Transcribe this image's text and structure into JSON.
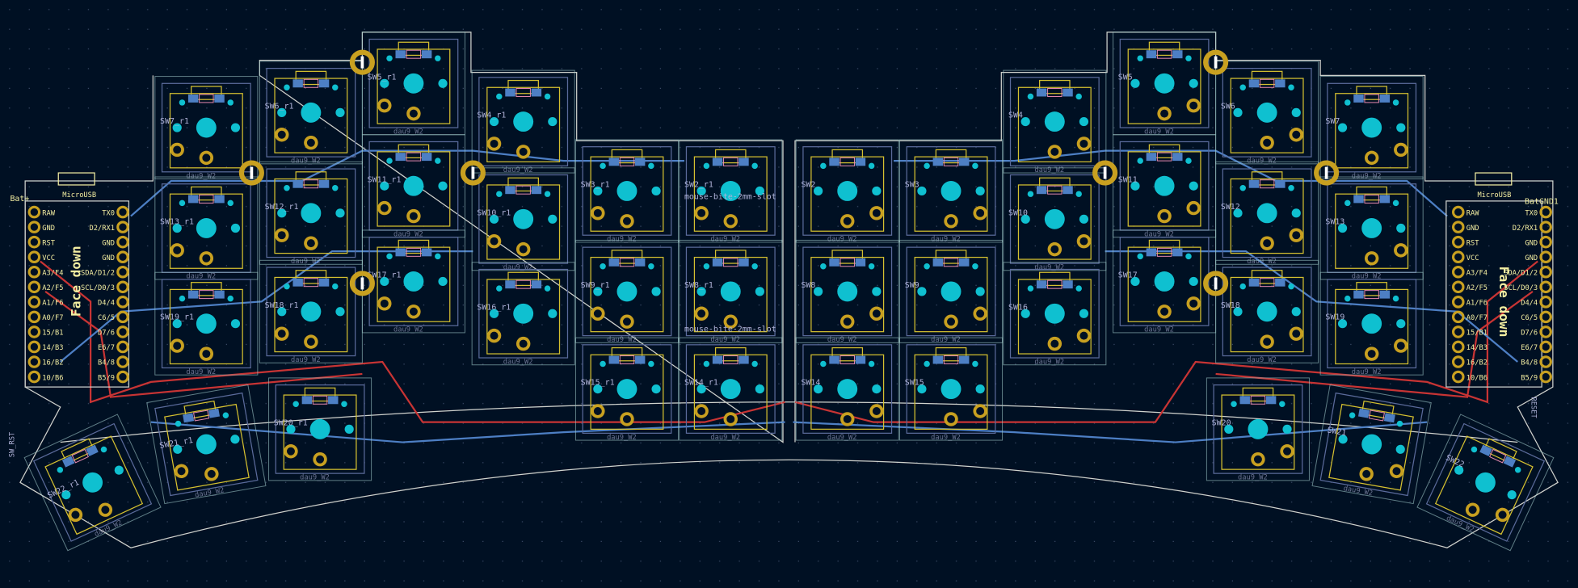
{
  "colors": {
    "background": "#001023",
    "grid_dot": "#3a4a66",
    "edge_cuts": "#d0d2cd",
    "front_copper": "#c83434",
    "back_copper": "#4d7fc4",
    "pad": "#c8a020",
    "npth": "#0fc0d0",
    "front_silk": "#f2eda1",
    "back_silk": "#b0b3d8",
    "courtyard": "#5a6a9a"
  },
  "switches_left": [
    "SW7_r1",
    "SW13_r1",
    "SW19_r1",
    "SW6_r1",
    "SW12_r1",
    "SW18_r1",
    "SW5_r1",
    "SW11_r1",
    "SW17_r1",
    "SW4_r1",
    "SW10_r1",
    "SW16_r1",
    "SW3_r1",
    "SW9_r1",
    "SW15_r1",
    "SW2_r1",
    "SW8_r1",
    "SW14_r1",
    "SW20_r1",
    "SW21_r1",
    "SW22_r1"
  ],
  "switches_right": [
    "SW7",
    "SW13",
    "SW19",
    "SW6",
    "SW12",
    "SW18",
    "SW5",
    "SW11",
    "SW17",
    "SW4",
    "SW10",
    "SW16",
    "SW3",
    "SW9",
    "SW15",
    "SW2",
    "SW8",
    "SW14",
    "SW20",
    "SW21",
    "SW22"
  ],
  "footprint_label": "dau9_W2",
  "slot_label": "mouse-bite-2mm-slot",
  "controller": {
    "connector": "MicroUSB",
    "face_label": "Face down",
    "left_pins": [
      "RAW",
      "GND",
      "RST",
      "VCC",
      "A3/F4",
      "A2/F5",
      "A1/F6",
      "A0/F7",
      "15/B1",
      "14/B3",
      "16/B2",
      "10/B6"
    ],
    "right_pins": [
      "TX0",
      "D2/RX1",
      "GND",
      "GND",
      "SDA/D1/2",
      "SCL/D0/3",
      "D4/4",
      "C6/5",
      "D7/6",
      "E6/7",
      "B4/8",
      "B5/9"
    ],
    "bat_plus": "Bat+",
    "bat_gnd": "BatGND1",
    "reset": "RESET",
    "reset_ref": "SW_RST"
  }
}
